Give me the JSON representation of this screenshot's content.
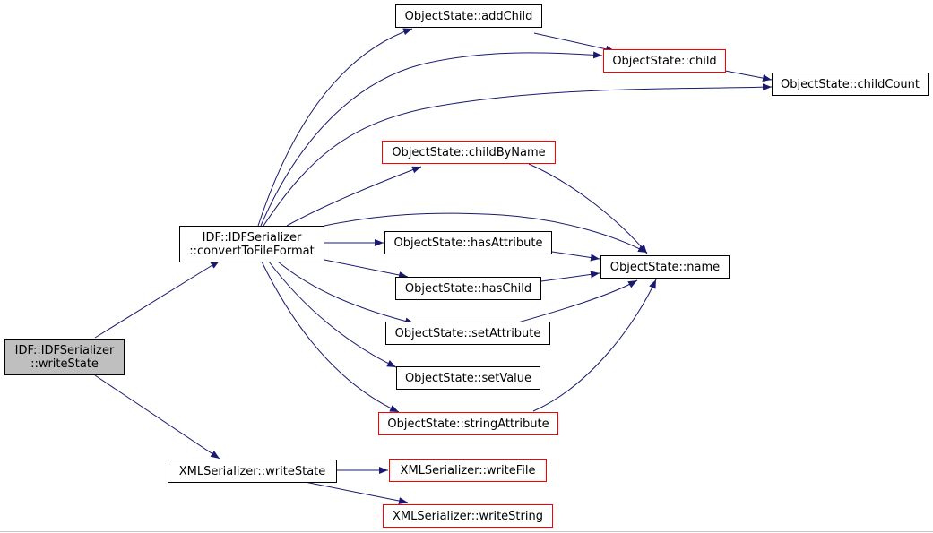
{
  "colors": {
    "edge": "#191970",
    "border_normal": "#000000",
    "border_truncated": "#ff0000",
    "root_fill": "#bfbfbf"
  },
  "nodes": {
    "root": {
      "line1": "IDF::IDFSerializer",
      "line2": "::writeState"
    },
    "convert": {
      "line1": "IDF::IDFSerializer",
      "line2": "::convertToFileFormat"
    },
    "xml_writestate": "XMLSerializer::writeState",
    "addchild": "ObjectState::addChild",
    "child": "ObjectState::child",
    "childcount": "ObjectState::childCount",
    "childbyname": "ObjectState::childByName",
    "name": "ObjectState::name",
    "hasattribute": "ObjectState::hasAttribute",
    "haschild": "ObjectState::hasChild",
    "setattribute": "ObjectState::setAttribute",
    "setvalue": "ObjectState::setValue",
    "stringattribute": "ObjectState::stringAttribute",
    "writefile": "XMLSerializer::writeFile",
    "writestring": "XMLSerializer::writeString"
  },
  "edges": [
    [
      "root",
      "convert"
    ],
    [
      "root",
      "xml_writestate"
    ],
    [
      "convert",
      "addchild"
    ],
    [
      "convert",
      "child"
    ],
    [
      "convert",
      "childcount"
    ],
    [
      "convert",
      "childbyname"
    ],
    [
      "convert",
      "name"
    ],
    [
      "convert",
      "hasattribute"
    ],
    [
      "convert",
      "haschild"
    ],
    [
      "convert",
      "setattribute"
    ],
    [
      "convert",
      "setvalue"
    ],
    [
      "convert",
      "stringattribute"
    ],
    [
      "addchild",
      "child"
    ],
    [
      "child",
      "childcount"
    ],
    [
      "childbyname",
      "name"
    ],
    [
      "hasattribute",
      "name"
    ],
    [
      "haschild",
      "name"
    ],
    [
      "setattribute",
      "name"
    ],
    [
      "stringattribute",
      "name"
    ],
    [
      "xml_writestate",
      "writefile"
    ],
    [
      "xml_writestate",
      "writestring"
    ]
  ]
}
